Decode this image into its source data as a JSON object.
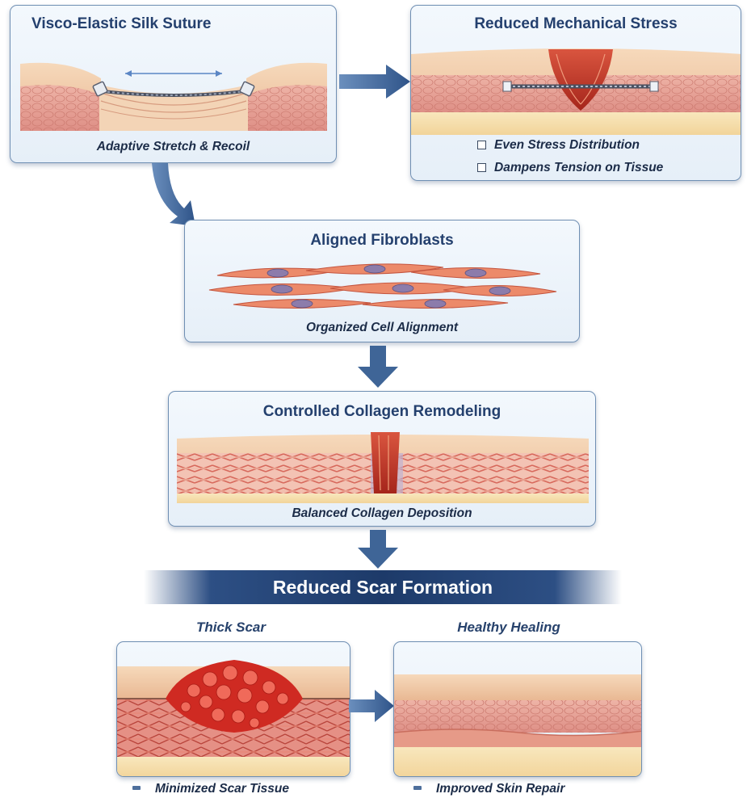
{
  "panels": {
    "suture": {
      "title": "Visco-Elastic Silk Suture",
      "caption": "Adaptive Stretch & Recoil"
    },
    "stress": {
      "title": "Reduced Mechanical Stress",
      "bullets": [
        "Even Stress Distribution",
        "Dampens Tension on Tissue"
      ]
    },
    "fibroblasts": {
      "title": "Aligned Fibroblasts",
      "caption": "Organized Cell Alignment"
    },
    "collagen": {
      "title": "Controlled Collagen Remodeling",
      "caption": "Balanced Collagen Deposition"
    }
  },
  "banner": {
    "label": "Reduced Scar Formation"
  },
  "comparison": {
    "thick_scar": {
      "heading": "Thick Scar",
      "bullet": "Minimized Scar Tissue"
    },
    "healthy": {
      "heading": "Healthy Healing",
      "bullet": "Improved Skin Repair"
    }
  },
  "colors": {
    "panel_border": "#6f8fb3",
    "title_text": "#24406e",
    "arrow_blue": "#3f6597",
    "skin_top": "#f2c9a4",
    "dermis_pink": "#e8a69c",
    "fat_yellow": "#f6dfaa",
    "scar_red": "#c8231e",
    "banner_dark": "#1d3a69"
  }
}
